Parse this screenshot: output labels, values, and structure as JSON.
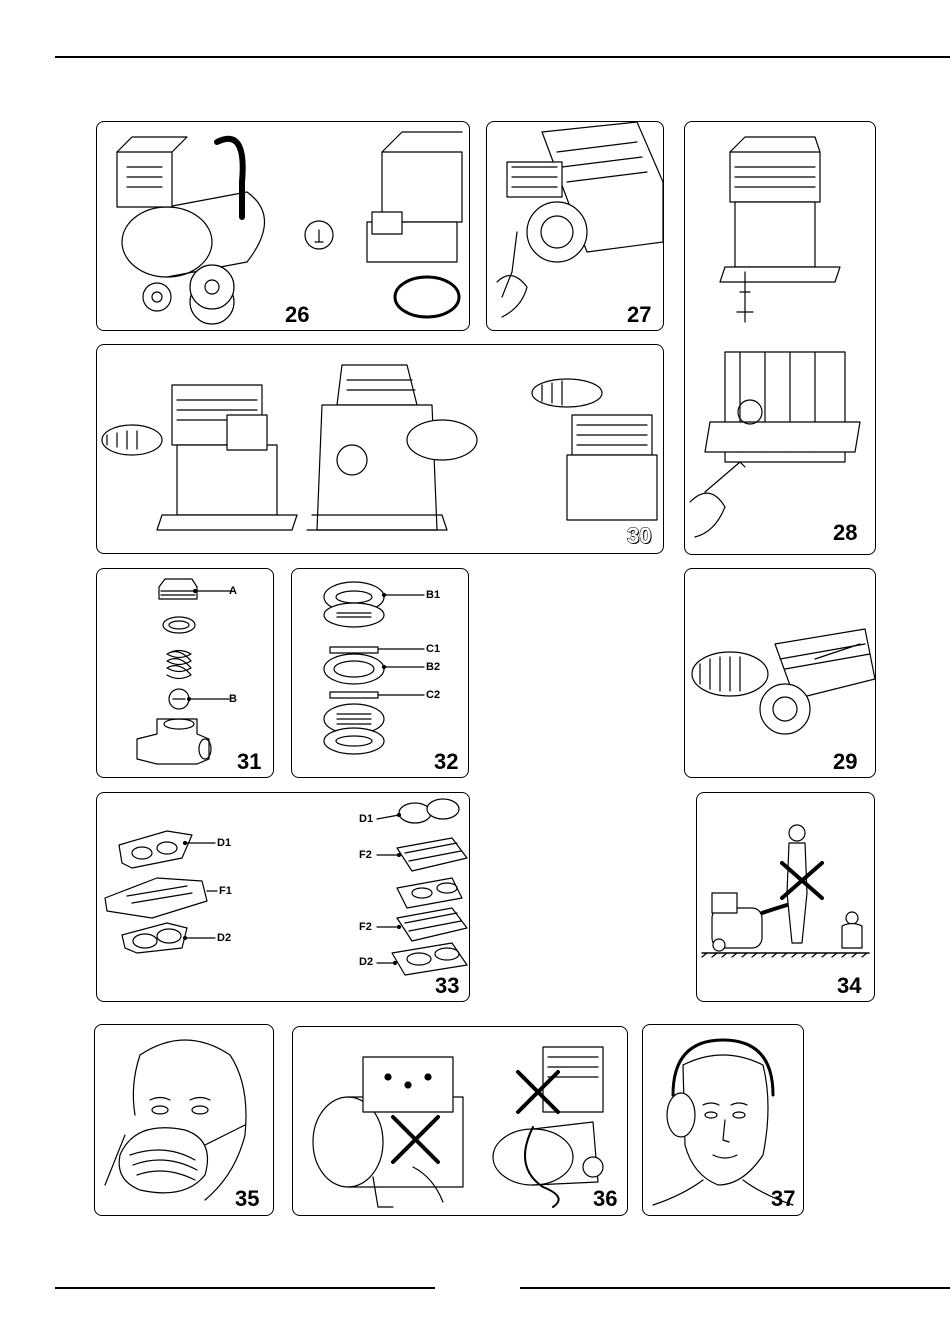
{
  "figures": [
    {
      "id": "fig-26",
      "number": "26",
      "labels": []
    },
    {
      "id": "fig-27",
      "number": "27",
      "labels": []
    },
    {
      "id": "fig-28",
      "number": "28",
      "labels": []
    },
    {
      "id": "fig-30",
      "number": "30",
      "labels": []
    },
    {
      "id": "fig-31",
      "number": "31",
      "labels": [
        "A",
        "B"
      ]
    },
    {
      "id": "fig-32",
      "number": "32",
      "labels": [
        "B1",
        "C1",
        "B2",
        "C2"
      ]
    },
    {
      "id": "fig-29",
      "number": "29",
      "labels": []
    },
    {
      "id": "fig-33",
      "number": "33",
      "labels": [
        "D1",
        "F1",
        "D2",
        "D1",
        "F2",
        "F2",
        "D2"
      ]
    },
    {
      "id": "fig-34",
      "number": "34",
      "labels": []
    },
    {
      "id": "fig-35",
      "number": "35",
      "labels": []
    },
    {
      "id": "fig-36",
      "number": "36",
      "labels": []
    },
    {
      "id": "fig-37",
      "number": "37",
      "labels": []
    }
  ]
}
